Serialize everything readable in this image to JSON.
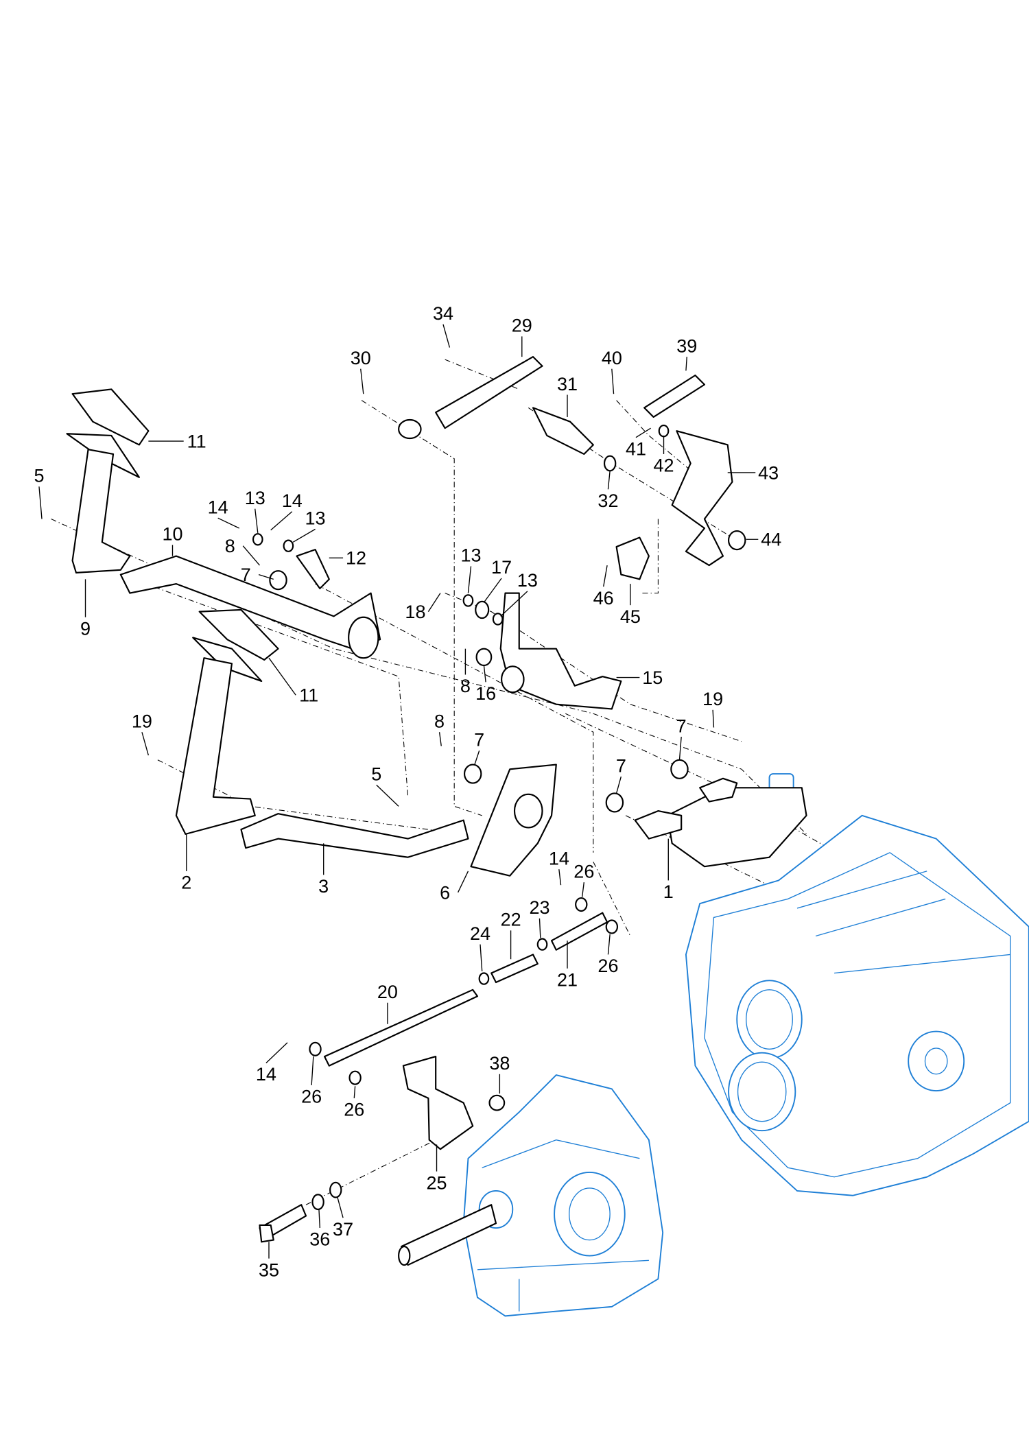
{
  "diagram": {
    "type": "exploded parts diagram",
    "colors": {
      "parts": "#000000",
      "housing": "#1e7fd6",
      "background": "#ffffff"
    },
    "callouts": [
      "34",
      "29",
      "30",
      "31",
      "40",
      "39",
      "11",
      "41",
      "42",
      "43",
      "5",
      "32",
      "14",
      "13",
      "14",
      "13",
      "10",
      "8",
      "12",
      "7",
      "44",
      "13",
      "17",
      "13",
      "18",
      "46",
      "45",
      "9",
      "8",
      "16",
      "15",
      "11",
      "19",
      "19",
      "8",
      "7",
      "7",
      "7",
      "5",
      "14",
      "26",
      "2",
      "3",
      "6",
      "1",
      "23",
      "22",
      "24",
      "21",
      "26",
      "20",
      "38",
      "14",
      "26",
      "26",
      "25",
      "37",
      "36",
      "35"
    ]
  }
}
